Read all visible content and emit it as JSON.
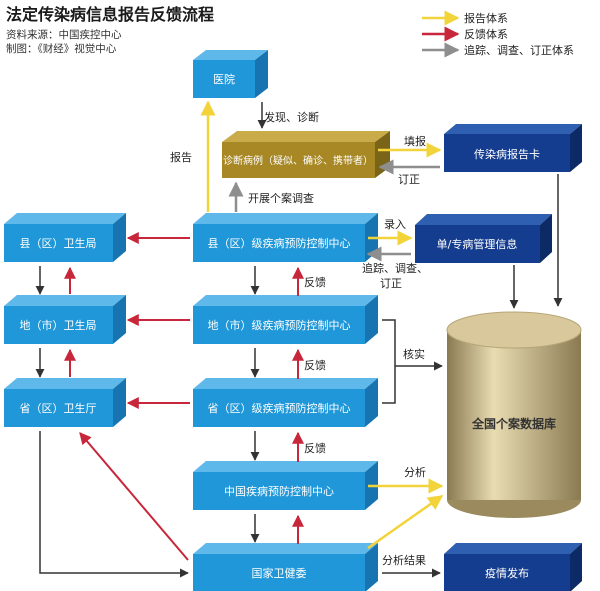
{
  "header": {
    "title": "法定传染病信息报告反馈流程",
    "source": "资料来源：中国疾控中心",
    "credit": "制图：《财经》视觉中心"
  },
  "legend": {
    "report": "报告体系",
    "feedback": "反馈体系",
    "tracking": "追踪、调查、订正体系"
  },
  "colors": {
    "report": "#f2d33a",
    "feedback": "#c8263a",
    "tracking": "#8e8e8e",
    "box_light": "#1f97d8",
    "box_dark": "#153d8f",
    "box_gold": "#a78825"
  },
  "nodes": {
    "hospital": "医院",
    "diagnosis": "诊断病例（疑似、确诊、携带者）",
    "report_card": "传染病报告卡",
    "county_health": "县（区）卫生局",
    "county_cdc": "县（区）级疾病预防控制中心",
    "single_disease": "单/专病管理信息",
    "city_health": "地（市）卫生局",
    "city_cdc": "地（市）级疾病预防控制中心",
    "province_health": "省（区）卫生厅",
    "province_cdc": "省（区）级疾病预防控制中心",
    "china_cdc": "中国疾病预防控制中心",
    "nhc": "国家卫健委",
    "database": "全国个案数据库",
    "epidemic_release": "疫情发布"
  },
  "labels": {
    "discover_diagnose": "发现、诊断",
    "report": "报告",
    "fill_report": "填报",
    "correct": "订正",
    "case_investigation": "开展个案调查",
    "enter": "录入",
    "track_investigate_correct_1": "追踪、调查、",
    "track_investigate_correct_2": "订正",
    "feedback_1": "反馈",
    "feedback_2": "反馈",
    "feedback_3": "反馈",
    "verify": "核实",
    "analyze": "分析",
    "analysis_result": "分析结果"
  }
}
